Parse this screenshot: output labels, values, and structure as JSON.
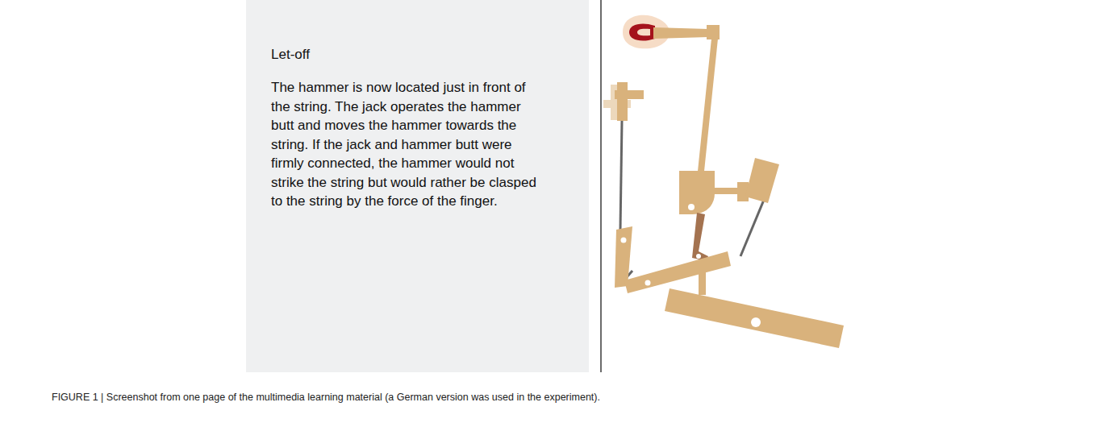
{
  "diagram": {
    "caption": "FIGURE 1 | Screenshot from one page of the multimedia learning material (a German version was used in the experiment).",
    "nodes": [
      {
        "text": [
          "Let-off",
          "The hammer is now located just in front of the string. The jack operates the hammer butt and moves the hammer towards the string. If the jack and hammer butt were firmly connected, the hammer would not strike the string but would rather be clasped to the string by the force of the finger."
        ]
      }
    ]
  }
}
